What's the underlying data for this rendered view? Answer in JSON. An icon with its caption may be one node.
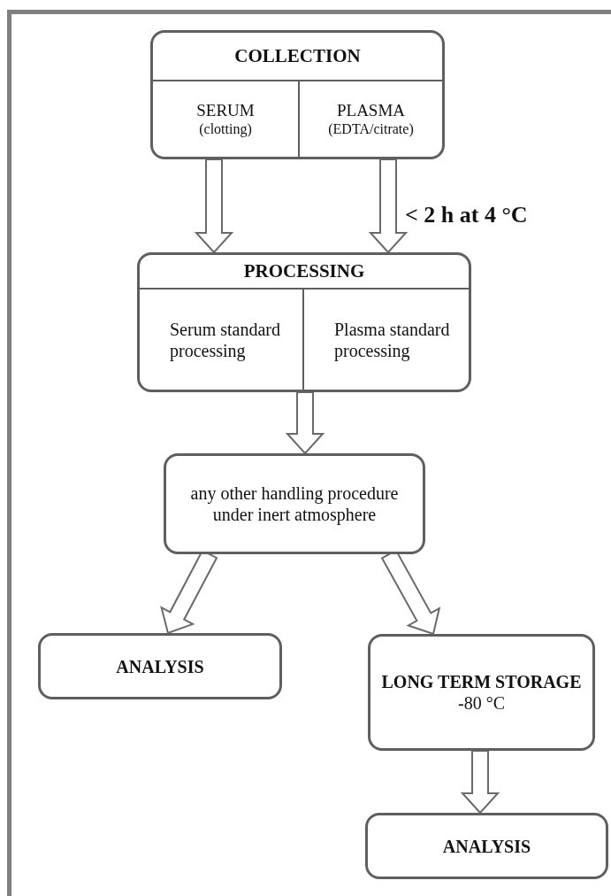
{
  "diagram": {
    "nodes": [
      {
        "text": [
          "COLLECTION"
        ]
      },
      {
        "text": [
          "SERUM",
          "(clotting)"
        ],
        "in": 0
      },
      {
        "text": [
          "PLASMA",
          "(EDTA/citrate)"
        ],
        "in": 0
      },
      {
        "text": [
          "PROCESSING"
        ]
      },
      {
        "text": [
          "Serum standard processing"
        ],
        "in": 3
      },
      {
        "text": [
          "Plasma standard processing"
        ],
        "in": 3
      },
      {
        "text": [
          "any other handling procedure under inert atmosphere"
        ]
      },
      {
        "text": [
          "ANALYSIS"
        ]
      },
      {
        "text": [
          "LONG TERM STORAGE",
          "-80 °C"
        ]
      },
      {
        "text": [
          "ANALYSIS"
        ]
      }
    ],
    "edges": [
      {
        "from": 1,
        "to": 4,
        "arrow": "to"
      },
      {
        "from": 2,
        "to": 5,
        "arrow": "to",
        "label": "< 2 h at 4 °C"
      },
      {
        "from": 3,
        "to": 6,
        "arrow": "to"
      },
      {
        "from": 6,
        "to": 7,
        "arrow": "to"
      },
      {
        "from": 6,
        "to": 8,
        "arrow": "to"
      },
      {
        "from": 8,
        "to": 9,
        "arrow": "to"
      }
    ]
  }
}
